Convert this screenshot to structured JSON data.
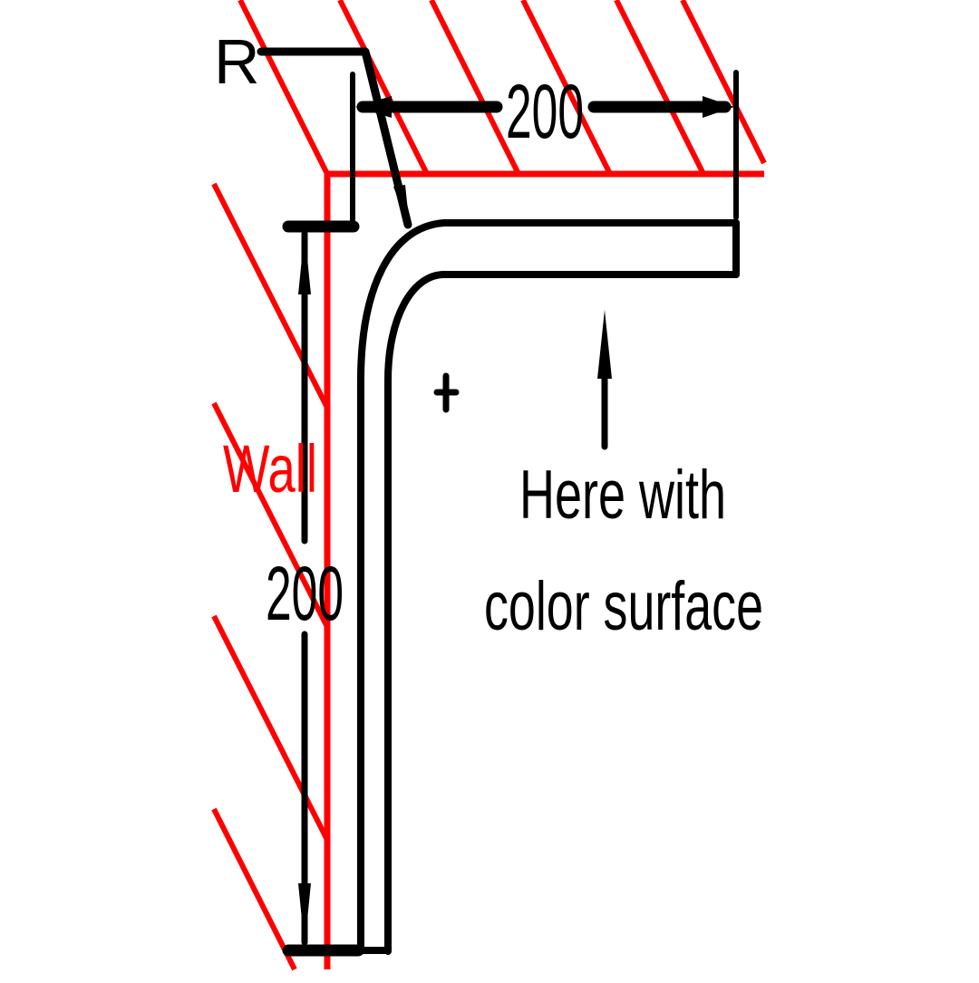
{
  "diagram": {
    "type": "profile-cross-section",
    "colors": {
      "wall": "#ff0000",
      "profile": "#000000",
      "background": "#ffffff"
    },
    "labels": {
      "radius": "R",
      "wall": "Wall",
      "horizontal_dimension": "200",
      "vertical_dimension": "200",
      "annotation_line1": "Here with",
      "annotation_line2": "color surface"
    },
    "dimensions": {
      "horizontal_leg": 200,
      "vertical_leg": 200
    }
  }
}
